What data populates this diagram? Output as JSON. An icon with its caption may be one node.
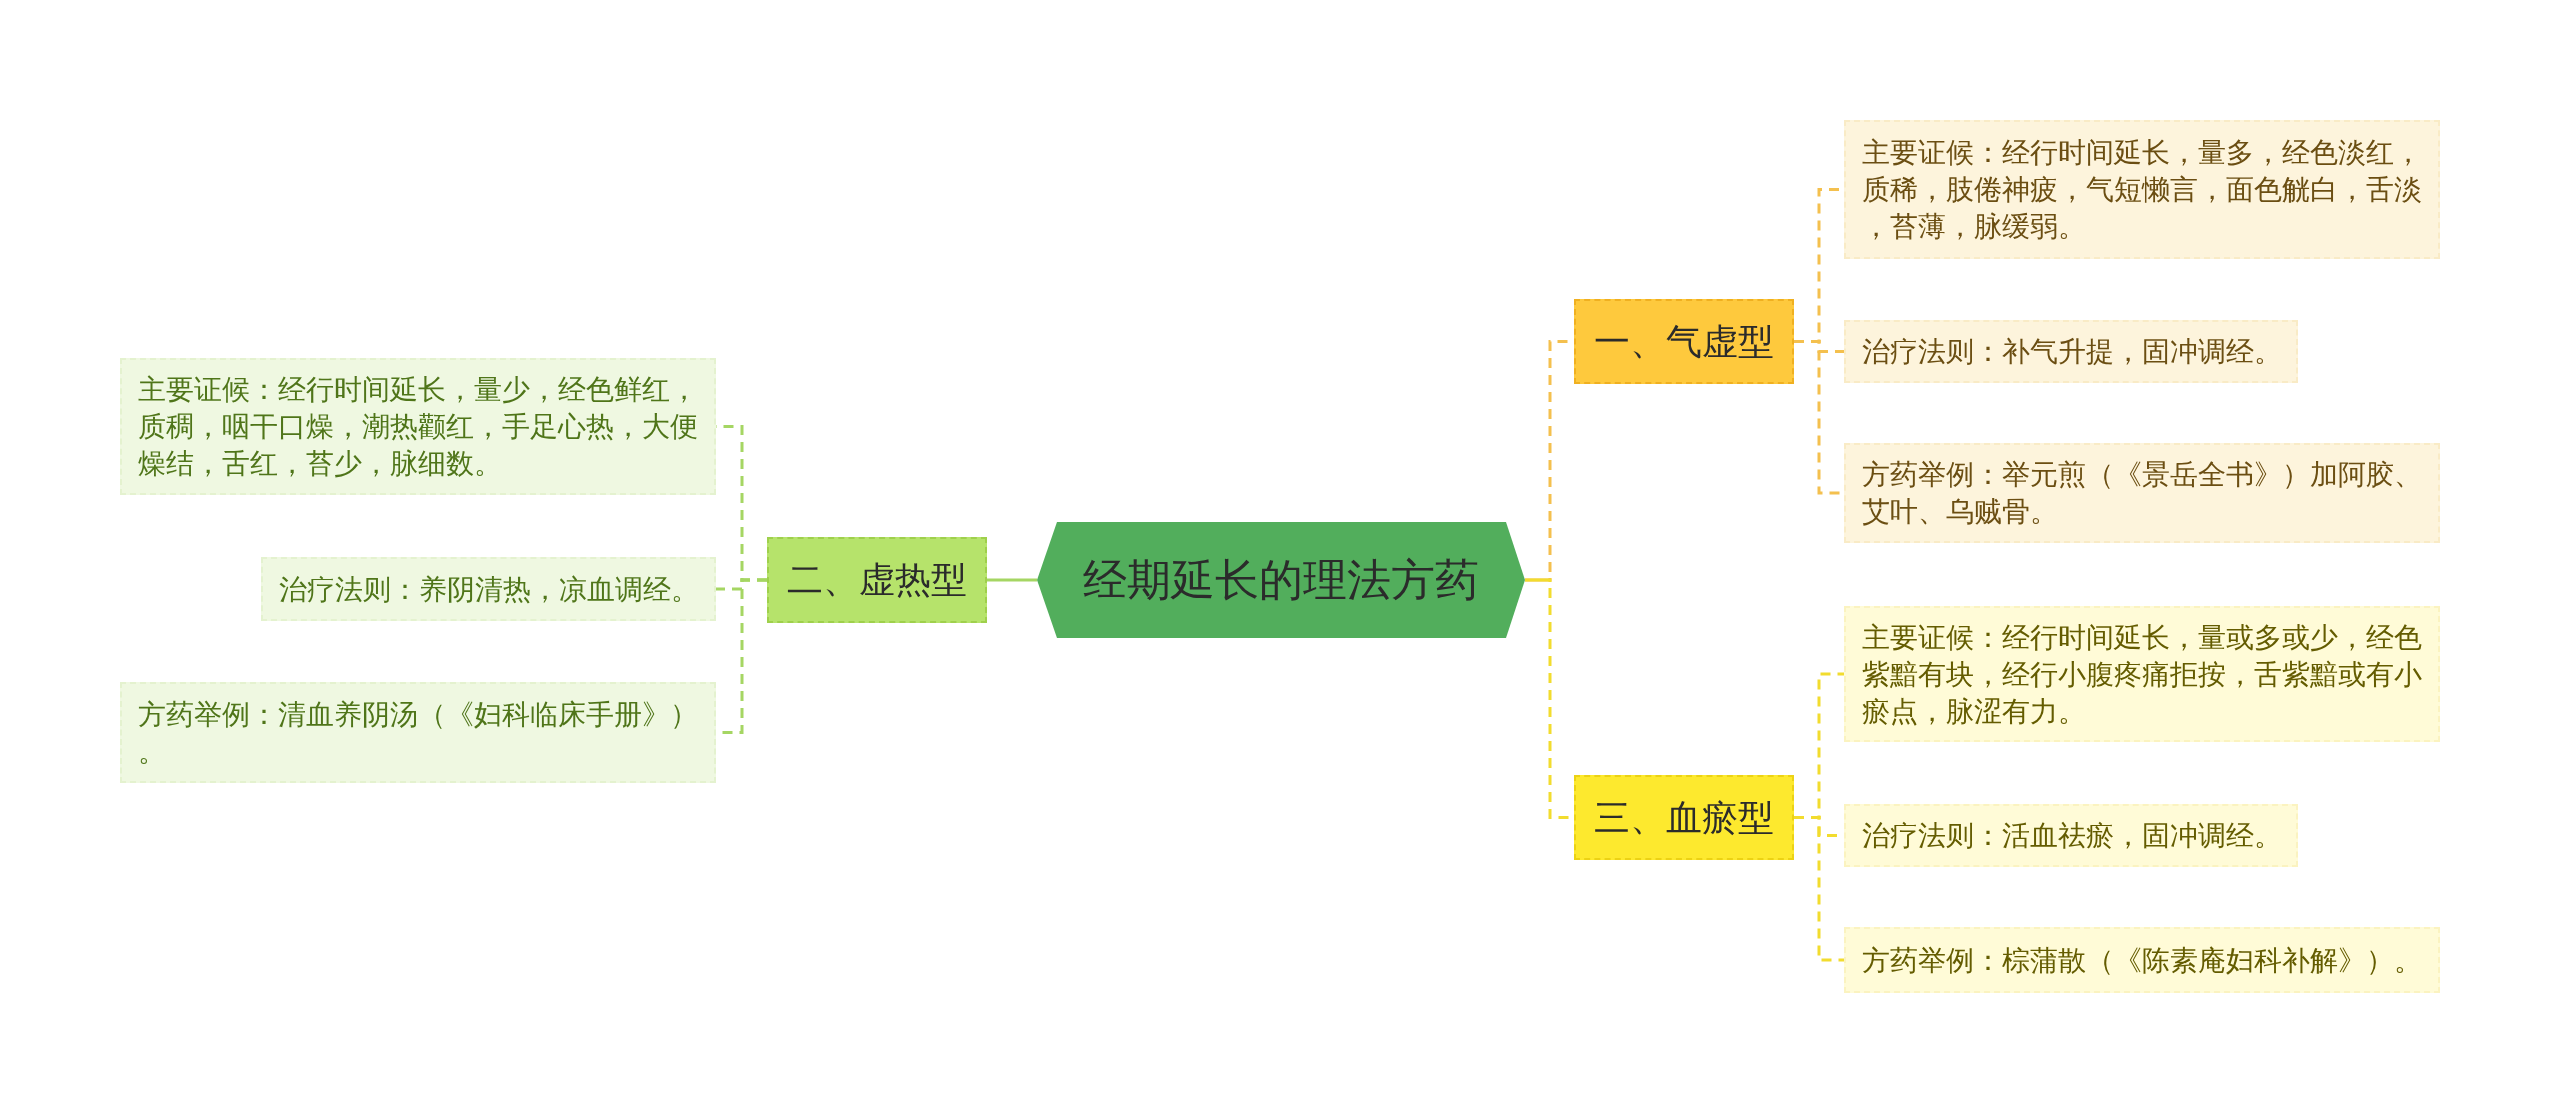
{
  "diagram": {
    "nodes": [
      {
        "text": [
          "经期延长的理法方药"
        ]
      },
      {
        "text": [
          "一、气虚型"
        ]
      },
      {
        "text": [
          "主要证候：经行时间延长，量多，经色淡红，质稀，肢倦神疲，气短懒言，面色觥白，舌淡，苔薄，脉缓弱。"
        ]
      },
      {
        "text": [
          "治疗法则：补气升提，固冲调经。"
        ]
      },
      {
        "text": [
          "方药举例：举元煎（《景岳全书》）加阿胶、艾叶、乌贼骨。"
        ]
      },
      {
        "text": [
          "二、虚热型"
        ]
      },
      {
        "text": [
          "主要证候：经行时间延长，量少，经色鲜红，质稠，咽干口燥，潮热颧红，手足心热，大便燥结，舌红，苔少，脉细数。"
        ]
      },
      {
        "text": [
          "治疗法则：养阴清热，凉血调经。"
        ]
      },
      {
        "text": [
          "方药举例：清血养阴汤（《妇科临床手册》）。"
        ]
      },
      {
        "text": [
          "三、血瘀型"
        ]
      },
      {
        "text": [
          "主要证候：经行时间延长，量或多或少，经色紫黯有块，经行小腹疼痛拒按，舌紫黯或有小瘀点，脉涩有力。"
        ]
      },
      {
        "text": [
          "治疗法则：活血祛瘀，固冲调经。"
        ]
      },
      {
        "text": [
          "方药举例：棕蒲散（《陈素庵妇科补解》）。"
        ]
      }
    ],
    "edges": [
      {
        "from": 0,
        "to": 1,
        "arrow": "none",
        "style": "dashed",
        "color": "#f4c04e"
      },
      {
        "from": 1,
        "to": 2,
        "arrow": "none",
        "style": "dashed",
        "color": "#f4c04e"
      },
      {
        "from": 1,
        "to": 3,
        "arrow": "none",
        "style": "dashed",
        "color": "#f4c04e"
      },
      {
        "from": 1,
        "to": 4,
        "arrow": "none",
        "style": "dashed",
        "color": "#f4c04e"
      },
      {
        "from": 0,
        "to": 5,
        "arrow": "none",
        "color": "#a5d663"
      },
      {
        "from": 5,
        "to": 6,
        "arrow": "none",
        "style": "dashed",
        "color": "#a5d663"
      },
      {
        "from": 5,
        "to": 7,
        "arrow": "none",
        "style": "dashed",
        "color": "#a5d663"
      },
      {
        "from": 5,
        "to": 8,
        "arrow": "none",
        "style": "dashed",
        "color": "#a5d663"
      },
      {
        "from": 0,
        "to": 9,
        "arrow": "none",
        "style": "dashed",
        "color": "#f2dc2e"
      },
      {
        "from": 9,
        "to": 10,
        "arrow": "none",
        "style": "dashed",
        "color": "#f2dc2e"
      },
      {
        "from": 9,
        "to": 11,
        "arrow": "none",
        "style": "dashed",
        "color": "#f2dc2e"
      },
      {
        "from": 9,
        "to": 12,
        "arrow": "none",
        "style": "dashed",
        "color": "#f2dc2e"
      }
    ]
  }
}
